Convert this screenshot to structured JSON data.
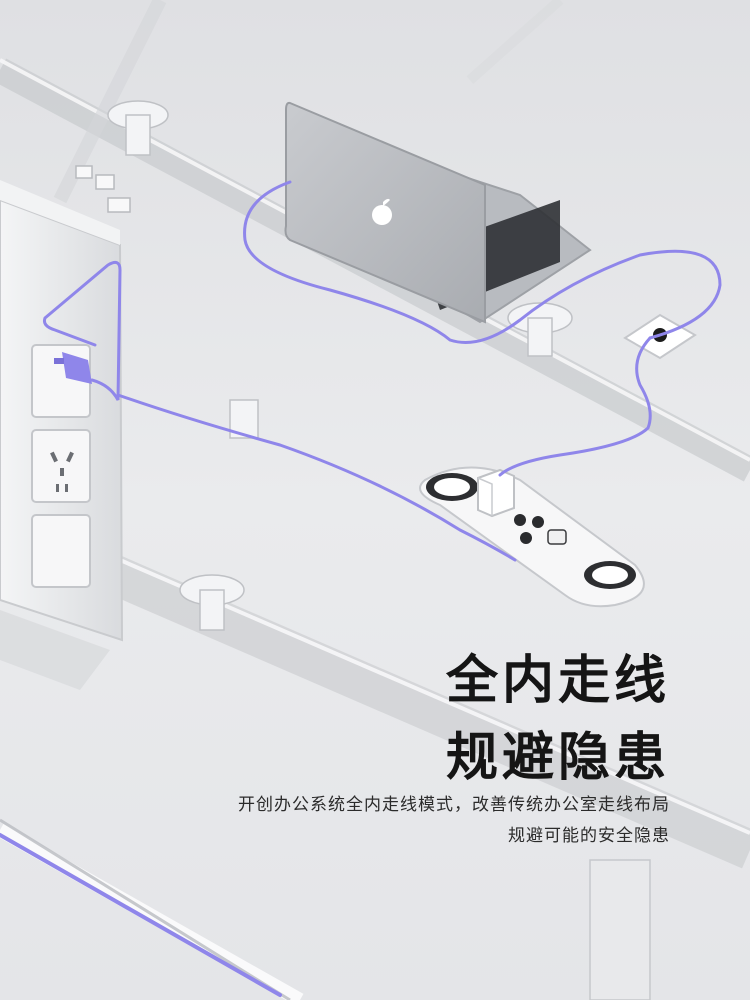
{
  "headline": {
    "line1": "全内走线",
    "line2": "规避隐患"
  },
  "description": {
    "line1": "开创办公系统全内走线模式，改善传统办公室走线布局",
    "line2": "规避可能的安全隐患"
  },
  "colors": {
    "cable": "#8f86ea",
    "background": "#e7e8ea",
    "text": "#151515"
  },
  "icons": [
    "apple-logo-icon",
    "power-plug-icon",
    "wall-outlet-icon",
    "power-adapter-icon",
    "grommet-icon"
  ]
}
